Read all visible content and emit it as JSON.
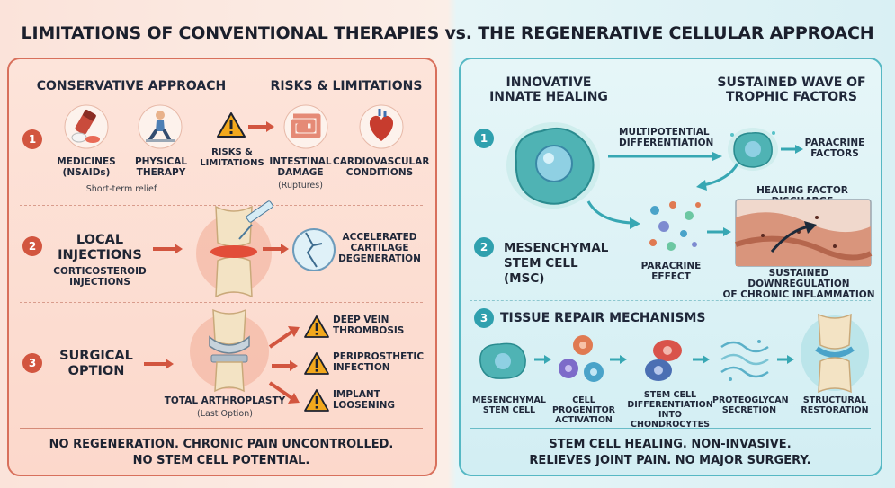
{
  "title": "LIMITATIONS OF CONVENTIONAL THERAPIES vs. THE REGENERATIVE CELLULAR APPROACH",
  "left": {
    "header_conservative": "CONSERVATIVE APPROACH",
    "header_risks": "RISKS & LIMITATIONS",
    "step1": {
      "number": "1",
      "medicines": [
        "MEDICINES",
        "(NSAIDs)"
      ],
      "physical_therapy": [
        "PHYSICAL",
        "THERAPY"
      ],
      "short_term": "Short-term relief",
      "risks_label": [
        "RISKS &",
        "LIMITATIONS"
      ],
      "intestinal": [
        "INTESTINAL",
        "DAMAGE"
      ],
      "ruptures": "(Ruptures)",
      "cardiovascular": [
        "CARDIOVASCULAR",
        "CONDITIONS"
      ]
    },
    "step2": {
      "number": "2",
      "title": [
        "LOCAL",
        "INJECTIONS"
      ],
      "subtitle": [
        "CORTICOSTEROID",
        "INJECTIONS"
      ],
      "result": [
        "ACCELERATED",
        "CARTILAGE",
        "DEGENERATION"
      ]
    },
    "step3": {
      "number": "3",
      "title": [
        "SURGICAL",
        "OPTION"
      ],
      "procedure": "TOTAL ARTHROPLASTY",
      "procedure_note": "(Last Option)",
      "risks": [
        [
          "DEEP VEIN",
          "THROMBOSIS"
        ],
        [
          "PERIPROSTHETIC",
          "INFECTION"
        ],
        [
          "IMPLANT",
          "LOOSENING"
        ]
      ]
    },
    "footer": [
      "NO REGENERATION. CHRONIC PAIN UNCONTROLLED.",
      "NO STEM CELL POTENTIAL."
    ]
  },
  "right": {
    "header_innate": [
      "INNOVATIVE",
      "INNATE HEALING"
    ],
    "header_trophic": [
      "SUSTAINED WAVE OF",
      "TROPHIC FACTORS"
    ],
    "step1": {
      "number": "1",
      "multipotential": [
        "MULTIPOTENTIAL",
        "DIFFERENTIATION"
      ],
      "paracrine_factors": [
        "PARACRINE",
        "FACTORS"
      ],
      "healing_discharge": "HEALING FACTOR DISCHARGE"
    },
    "step2": {
      "number": "2",
      "msc": [
        "MESENCHYMAL",
        "STEM CELL (MSC)"
      ],
      "paracrine_effect": [
        "PARACRINE",
        "EFFECT"
      ],
      "downregulation": [
        "SUSTAINED DOWNREGULATION",
        "OF CHRONIC INFLAMMATION"
      ]
    },
    "step3": {
      "number": "3",
      "title": "TISSUE REPAIR MECHANISMS",
      "stages": [
        [
          "MESENCHYMAL",
          "STEM CELL"
        ],
        [
          "CELL PROGENITOR",
          "ACTIVATION"
        ],
        [
          "STEM CELL",
          "DIFFERENTIATION",
          "INTO CHONDROCYTES"
        ],
        [
          "PROTEOGLYCAN",
          "SECRETION"
        ],
        [
          "STRUCTURAL",
          "RESTORATION"
        ]
      ]
    },
    "footer": [
      "STEM CELL HEALING. NON-INVASIVE.",
      "RELIEVES JOINT PAIN. NO MAJOR SURGERY."
    ]
  },
  "colors": {
    "accent_red": "#d2553f",
    "accent_teal": "#2fa0ae",
    "warning": "#f2a81d"
  }
}
